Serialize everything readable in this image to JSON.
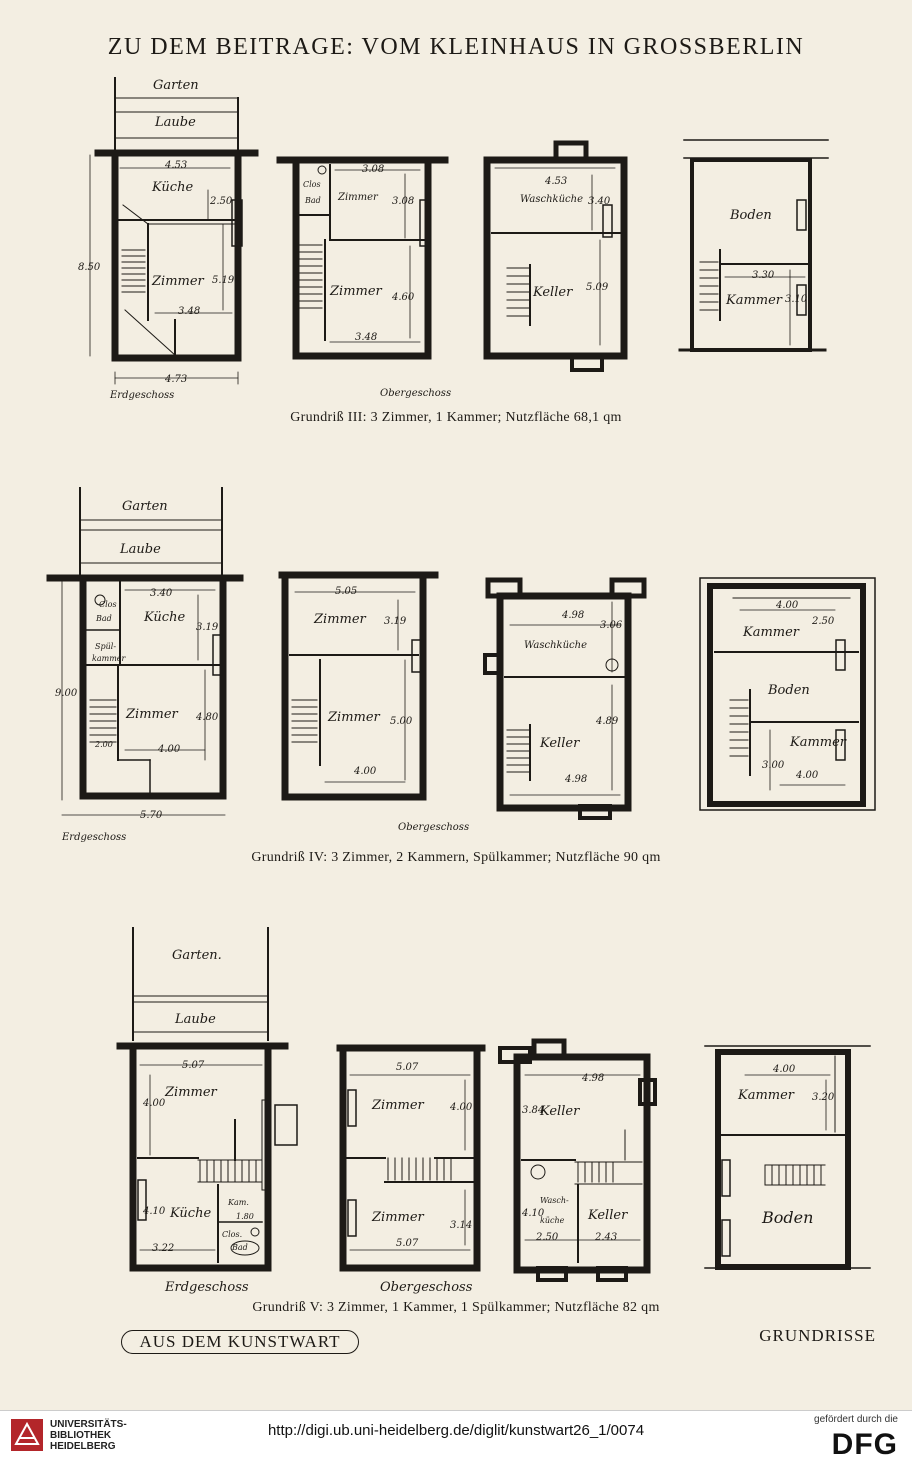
{
  "header": {
    "title": "ZU DEM BEITRAGE: VOM KLEINHAUS IN GROSSBERLIN"
  },
  "plan3": {
    "garten": "Garten",
    "laube": "Laube",
    "eg_kueche": "Küche",
    "eg_zimmer": "Zimmer",
    "eg_d1": "4.53",
    "eg_d2": "2.50",
    "eg_d3": "5.19",
    "eg_d4": "3.48",
    "eg_d5": "8.50",
    "eg_d6": "4.73",
    "og_clos": "Clos",
    "og_bad": "Bad",
    "og_zimmer1": "Zimmer",
    "og_zimmer2": "Zimmer",
    "og_d1": "3.08",
    "og_d2": "3.08",
    "og_d3": "4.60",
    "og_d4": "3.48",
    "k_waschkueche": "Waschküche",
    "k_keller": "Keller",
    "k_d1": "4.53",
    "k_d2": "3.40",
    "k_d3": "5.09",
    "d_boden": "Boden",
    "d_kammer": "Kammer",
    "d_d1": "3.30",
    "d_d2": "3.10",
    "label_eg": "Erdgeschoss",
    "label_og": "Obergeschoss",
    "caption": "Grundriß III: 3 Zimmer, 1 Kammer; Nutzfläche 68,1 qm"
  },
  "plan4": {
    "garten": "Garten",
    "laube": "Laube",
    "eg_clos": "Clos",
    "eg_bad": "Bad",
    "eg_kueche": "Küche",
    "eg_spuel": "Spül-",
    "eg_kammer": "kammer",
    "eg_zimmer": "Zimmer",
    "eg_d1": "3.40",
    "eg_d2": "3.19",
    "eg_d3": "4.80",
    "eg_d4": "4.00",
    "eg_d5": "9.00",
    "eg_d6": "5.70",
    "eg_d7": "2.00",
    "og_zimmer1": "Zimmer",
    "og_zimmer2": "Zimmer",
    "og_d1": "5.05",
    "og_d2": "3.19",
    "og_d3": "5.00",
    "og_d4": "4.00",
    "k_waschkueche": "Waschküche",
    "k_keller": "Keller",
    "k_d1": "4.98",
    "k_d2": "3.06",
    "k_d3": "4.89",
    "k_d4": "4.98",
    "d_kammer1": "Kammer",
    "d_boden": "Boden",
    "d_kammer2": "Kammer",
    "d_d1": "4.00",
    "d_d2": "2.50",
    "d_d3": "3.00",
    "d_d4": "4.00",
    "label_eg": "Erdgeschoss",
    "label_og": "Obergeschoss",
    "caption": "Grundriß IV: 3 Zimmer, 2 Kammern, Spülkammer; Nutzfläche 90 qm"
  },
  "plan5": {
    "garten": "Garten.",
    "laube": "Laube",
    "eg_zimmer": "Zimmer",
    "eg_kueche": "Küche",
    "eg_kam": "Kam.",
    "eg_clos": "Clos.",
    "eg_bad": "Bad",
    "eg_d1": "5.07",
    "eg_d2": "4.00",
    "eg_d3": "4.10",
    "eg_d4": "1.80",
    "eg_d5": "3.22",
    "og_zimmer1": "Zimmer",
    "og_zimmer2": "Zimmer",
    "og_d1": "5.07",
    "og_d2": "4.00",
    "og_d3": "3.14",
    "og_d4": "5.07",
    "k_keller1": "Keller",
    "k_wasch": "Wasch-",
    "k_kueche": "küche",
    "k_keller2": "Keller",
    "k_d1": "4.98",
    "k_d2": "3.84",
    "k_d3": "4.10",
    "k_d4": "2.50",
    "k_d5": "2.43",
    "d_kammer": "Kammer",
    "d_boden": "Boden",
    "d_d1": "4.00",
    "d_d2": "3.20",
    "label_eg": "Erdgeschoss",
    "label_og": "Obergeschoss",
    "caption": "Grundriß V: 3 Zimmer, 1 Kammer, 1 Spülkammer; Nutzfläche 82 qm"
  },
  "footer": {
    "left": "AUS DEM KUNSTWART",
    "right": "GRUNDRISSE"
  },
  "bar": {
    "library_line1": "UNIVERSITÄTS-",
    "library_line2": "BIBLIOTHEK",
    "library_line3": "HEIDELBERG",
    "url": "http://digi.ub.uni-heidelberg.de/diglit/kunstwart26_1/0074",
    "funded_by": "gefördert durch die",
    "funder": "DFG"
  }
}
